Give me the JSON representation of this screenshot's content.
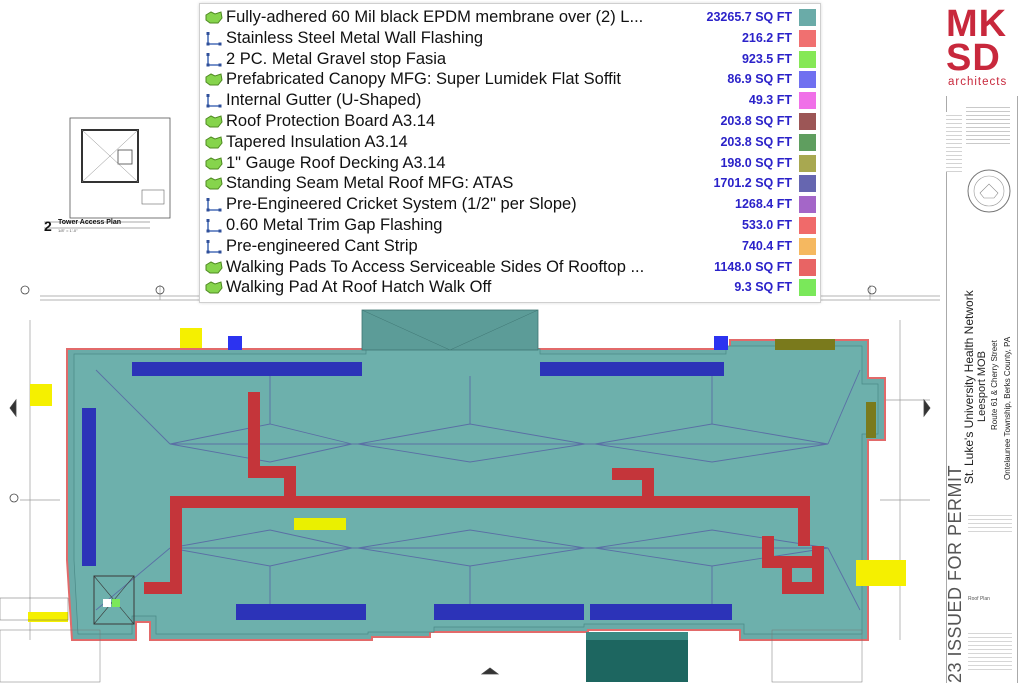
{
  "legend": {
    "items": [
      {
        "label": "Fully-adhered 60 Mil black EPDM membrane over (2) L...",
        "quantity": "23265.7 SQ FT",
        "color": "#6aaba8",
        "icon": "area-icon"
      },
      {
        "label": "Stainless Steel Metal Wall Flashing",
        "quantity": "216.2 FT",
        "color": "#f07070",
        "icon": "linear-icon"
      },
      {
        "label": "2 PC. Metal Gravel stop Fasia",
        "quantity": "923.5 FT",
        "color": "#86e856",
        "icon": "linear-icon"
      },
      {
        "label": "Prefabricated Canopy MFG: Super Lumidek Flat Soffit",
        "quantity": "86.9 SQ FT",
        "color": "#7070f0",
        "icon": "area-icon"
      },
      {
        "label": "Internal Gutter (U-Shaped)",
        "quantity": "49.3 FT",
        "color": "#f070e8",
        "icon": "linear-icon"
      },
      {
        "label": "Roof Protection Board A3.14",
        "quantity": "203.8 SQ FT",
        "color": "#9c5656",
        "icon": "area-icon"
      },
      {
        "label": "Tapered Insulation A3.14",
        "quantity": "203.8 SQ FT",
        "color": "#5f9e5f",
        "icon": "area-icon"
      },
      {
        "label": "1\" Gauge Roof Decking A3.14",
        "quantity": "198.0 SQ FT",
        "color": "#a8a850",
        "icon": "area-icon"
      },
      {
        "label": "Standing Seam Metal Roof MFG: ATAS",
        "quantity": "1701.2 SQ FT",
        "color": "#6666b0",
        "icon": "area-icon"
      },
      {
        "label": "Pre-Engineered Cricket System (1/2\" per Slope)",
        "quantity": "1268.4 FT",
        "color": "#a466c8",
        "icon": "linear-icon"
      },
      {
        "label": "0.60 Metal Trim Gap Flashing",
        "quantity": "533.0 FT",
        "color": "#f06a6a",
        "icon": "linear-icon"
      },
      {
        "label": "Pre-engineered Cant Strip",
        "quantity": "740.4 FT",
        "color": "#f5b860",
        "icon": "linear-icon"
      },
      {
        "label": "Walking Pads To Access Serviceable Sides Of Rooftop ...",
        "quantity": "1148.0 SQ FT",
        "color": "#e86464",
        "icon": "area-icon"
      },
      {
        "label": "Walking Pad At Roof Hatch Walk Off",
        "quantity": "9.3 SQ FT",
        "color": "#7ae85a",
        "icon": "area-icon"
      }
    ]
  },
  "brand": {
    "logo_line1": "MK",
    "logo_line2": "SD",
    "logo_sub": "architects",
    "color": "#c8283c"
  },
  "project": {
    "name": "St. Luke's University Health Network",
    "building": "Leesport MOB",
    "address1": "Route 61 & Cherry Street",
    "address2": "Ontelaunee Township, Berks County, PA",
    "status": "23 ISSUED FOR PERMIT"
  },
  "drawing": {
    "detail_number": "2",
    "detail_title": "Tower Access Plan",
    "detail_scale": "1/8\" = 1'-0\"",
    "sheet_title": "Roof Plan",
    "colors": {
      "roof": "#6aaba8",
      "walkpad": "#c4353a",
      "metal_roof": "#2c33b8",
      "canopy": "#5c9c98",
      "highlight": "#f5f000"
    }
  }
}
